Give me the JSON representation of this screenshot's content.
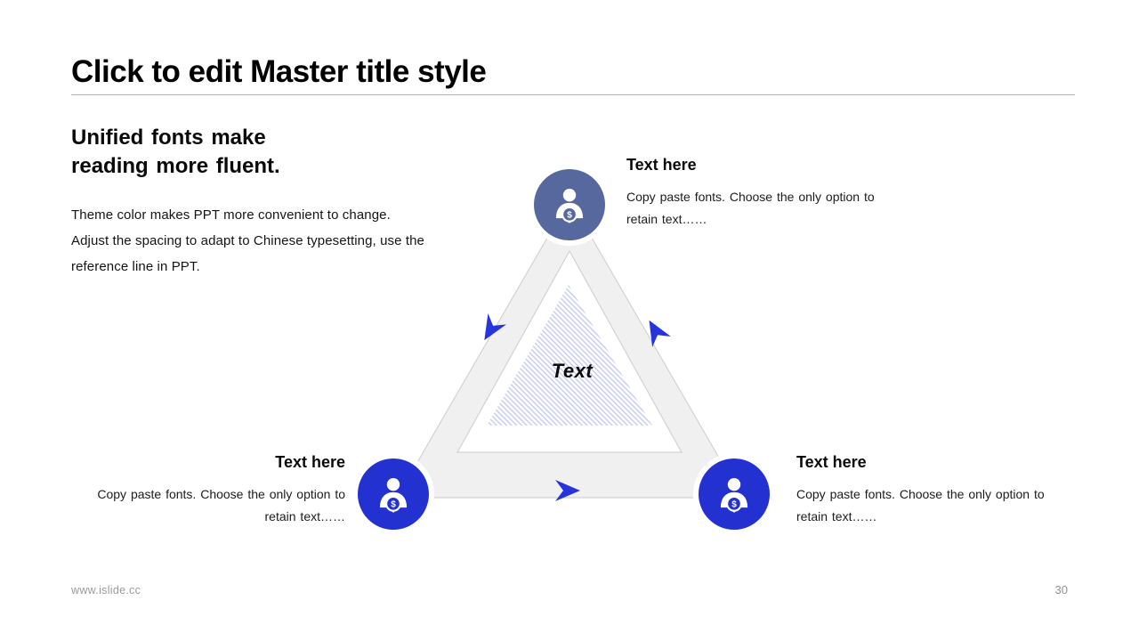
{
  "slide": {
    "title": "Click to edit Master title style",
    "footer_url": "www.islide.cc",
    "page_number": "30"
  },
  "intro": {
    "heading": "Unified fonts make\nreading more fluent.",
    "body": "Theme color makes PPT more convenient to change.\nAdjust the spacing to adapt to Chinese typesetting, use the\nreference line in PPT."
  },
  "diagram": {
    "center_label": "Text",
    "colors": {
      "accent_blue": "#2634DB",
      "node_top": "#56689D",
      "node_bottom": "#2331D1",
      "band_fill": "#F0F0F0",
      "band_edge": "#D2D2D2",
      "hatch_line": "#C4CBF0"
    },
    "nodes": [
      {
        "id": "top",
        "icon": "businessman-dollar-icon",
        "color": "#56689D",
        "heading": "Text here",
        "body": "Copy paste fonts. Choose the only option to retain text……"
      },
      {
        "id": "bottom-left",
        "icon": "businessman-dollar-icon",
        "color": "#2331D1",
        "heading": "Text here",
        "body": "Copy paste fonts. Choose the only option to retain text……"
      },
      {
        "id": "bottom-right",
        "icon": "businessman-dollar-icon",
        "color": "#2331D1",
        "heading": "Text here",
        "body": "Copy paste fonts. Choose the only option to retain text……"
      }
    ]
  }
}
